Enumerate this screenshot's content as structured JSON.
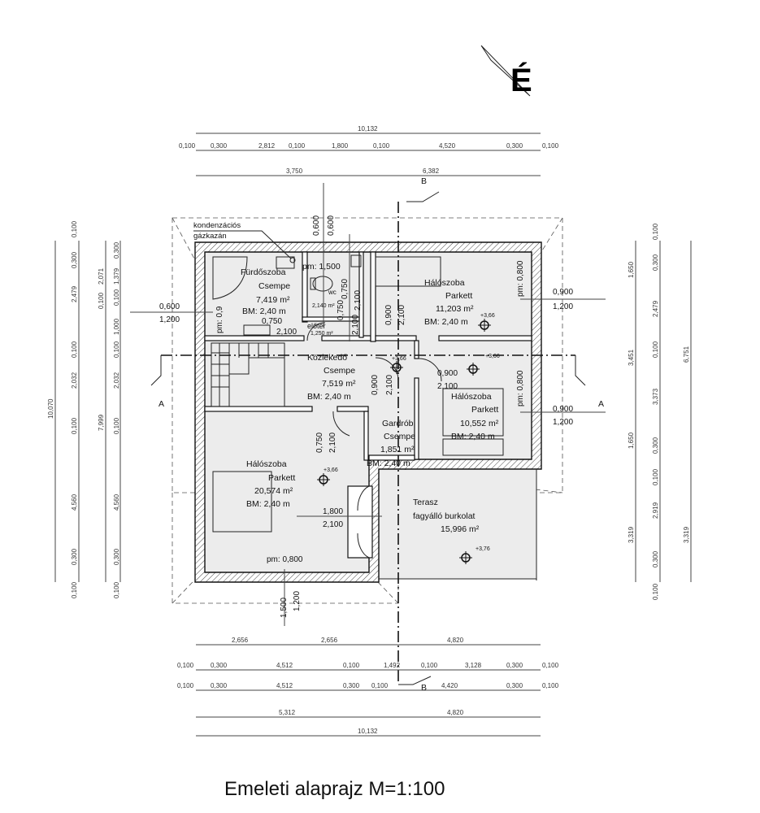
{
  "north_label": "É",
  "title": "Emeleti alaprajz M=1:100",
  "section_labels": {
    "a": "A",
    "b": "B"
  },
  "rooms": {
    "bath": {
      "name": "Fürdőszoba",
      "floor": "Csempe",
      "area": "7,419 m²",
      "height": "BM: 2,40 m"
    },
    "wc": {
      "name": "wc",
      "area": "2,140 m²",
      "pm": "pm: 1,500"
    },
    "hall": {
      "name": "előtér",
      "area": "1,250 m²"
    },
    "bed1": {
      "name": "Hálószoba",
      "floor": "Parkett",
      "area": "11,203 m²",
      "height": "BM: 2,40 m"
    },
    "corridor": {
      "name": "Közlekedő",
      "floor": "Csempe",
      "area": "7,519 m²",
      "height": "BM: 2,40 m"
    },
    "bed2": {
      "name": "Hálószoba",
      "floor": "Parkett",
      "area": "10,552 m²",
      "height": "BM: 2,40 m"
    },
    "wardrobe": {
      "name": "Gardrób",
      "floor": "Csempe",
      "area": "1,851 m²",
      "height": "BM: 2,40 m"
    },
    "bed3": {
      "name": "Hálószoba",
      "floor": "Parkett",
      "area": "20,574 m²",
      "height": "BM: 2,40 m"
    },
    "terrace": {
      "name": "Terasz",
      "floor": "fagyálló burkolat",
      "area": "15,996 m²"
    }
  },
  "annotations": {
    "boiler": [
      "kondenzációs",
      "gázkazán"
    ],
    "levels": [
      "+3,66",
      "+3,66",
      "+3,66",
      "+3,66",
      "+3,76"
    ],
    "openings": [
      "0,600",
      "0,600",
      "0,750",
      "2,100",
      "0,750",
      "2,100",
      "0,900",
      "2,100",
      "0,900",
      "2,100",
      "0,750",
      "2,100",
      "0,900",
      "2,100",
      "1,800",
      "2,100",
      "0,600",
      "1,200",
      "0,900",
      "1,200",
      "0,900",
      "1,200",
      "1,500",
      "1,200",
      "0,750",
      "2,100"
    ],
    "sills": [
      "pm: 0,9",
      "pm: 0,800",
      "pm: 0,800",
      "pm: 0,800"
    ]
  },
  "dimensions": {
    "top": [
      "10,132",
      "0,100",
      "0,300",
      "2,812",
      "0,100",
      "1,800",
      "0,100",
      "4,520",
      "0,300",
      "0,100",
      "3,750",
      "6,382"
    ],
    "bottom": [
      "2,656",
      "2,656",
      "4,820",
      "0,100",
      "0,300",
      "4,512",
      "0,100",
      "1,492",
      "0,100",
      "3,128",
      "0,300",
      "0,100",
      "0,100",
      "0,300",
      "4,512",
      "0,300",
      "0,100",
      "4,420",
      "0,300",
      "0,100",
      "5,312",
      "4,820",
      "10,132"
    ],
    "left": [
      "10,070",
      "0,100",
      "0,300",
      "2,479",
      "0,100",
      "2,032",
      "0,100",
      "4,560",
      "0,300",
      "0,100",
      "7,999",
      "2,071",
      "0,100",
      "0,300",
      "1,379",
      "0,100",
      "1,000",
      "0,100",
      "2,032",
      "0,100",
      "4,560",
      "0,300",
      "0,100"
    ],
    "right": [
      "1,650",
      "3,451",
      "1,650",
      "3,319",
      "0,100",
      "0,300",
      "2,479",
      "0,100",
      "3,373",
      "0,300",
      "0,100",
      "2,919",
      "0,300",
      "0,100",
      "6,751",
      "3,319"
    ]
  }
}
